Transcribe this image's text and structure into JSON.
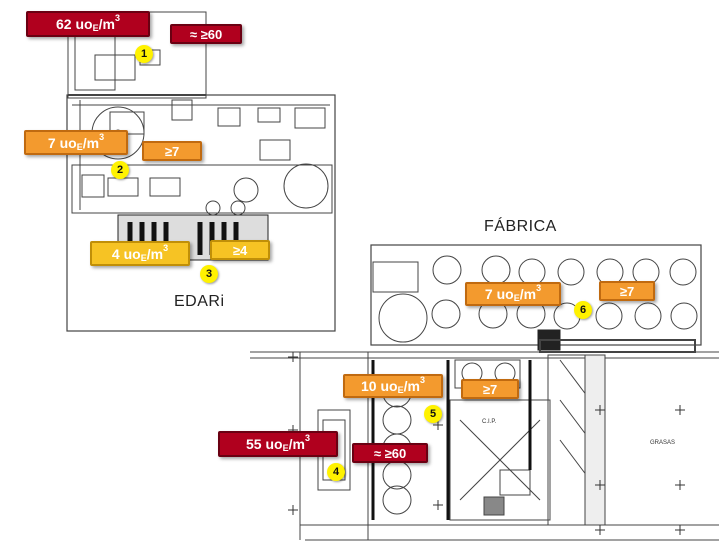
{
  "zones": {
    "edari_label": "EDARi",
    "fabrica_label": "FÁBRICA"
  },
  "unit": {
    "prefix": "uo",
    "subscript": "E",
    "suffix": "/m",
    "superscript": "3"
  },
  "points": [
    {
      "id": "1",
      "marker": "1",
      "concentration": "62",
      "threshold": "≈ ≥60",
      "concentration_color": "#b0001e",
      "threshold_color": "#b0001e"
    },
    {
      "id": "2",
      "marker": "2",
      "concentration": "7",
      "threshold": "≥7",
      "concentration_color": "#f39a2e",
      "threshold_color": "#f39a2e"
    },
    {
      "id": "3",
      "marker": "3",
      "concentration": "4",
      "threshold": "≥4",
      "concentration_color": "#f6c324",
      "threshold_color": "#f6c324"
    },
    {
      "id": "4",
      "marker": "4",
      "concentration": "55",
      "threshold": "≈ ≥60",
      "concentration_color": "#b0001e",
      "threshold_color": "#b0001e"
    },
    {
      "id": "5",
      "marker": "5",
      "concentration": "10",
      "threshold": "≥7",
      "concentration_color": "#f39a2e",
      "threshold_color": "#f39a2e"
    },
    {
      "id": "6",
      "marker": "6",
      "concentration": "7",
      "threshold": "≥7",
      "concentration_color": "#f39a2e",
      "threshold_color": "#f39a2e"
    }
  ],
  "plan_text": {
    "cip": "C.I.P.",
    "grasas": "GRASAS"
  }
}
